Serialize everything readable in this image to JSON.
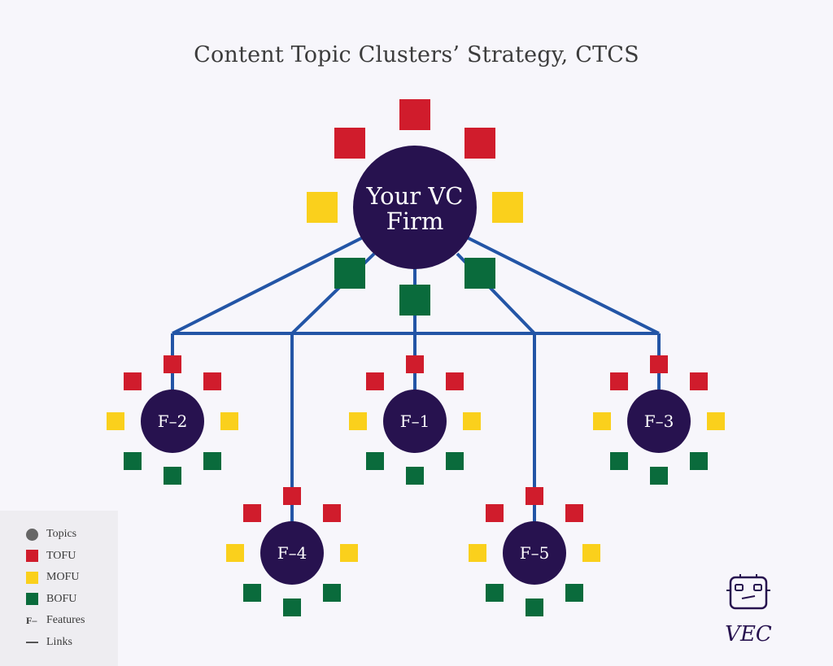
{
  "title": "Content Topic Clusters’ Strategy, CTCS",
  "colors": {
    "background": "#f7f6fb",
    "node": "#27124f",
    "link": "#2355a6",
    "tofu": "#d01c2c",
    "mofu": "#fad01c",
    "bofu": "#0a6b3c",
    "topics": "#666666"
  },
  "hub": {
    "label_line1": "Your VC",
    "label_line2": "Firm"
  },
  "features": [
    {
      "id": "f1",
      "label": "F–1"
    },
    {
      "id": "f2",
      "label": "F–2"
    },
    {
      "id": "f3",
      "label": "F–3"
    },
    {
      "id": "f4",
      "label": "F–4"
    },
    {
      "id": "f5",
      "label": "F–5"
    }
  ],
  "legend": [
    {
      "kind": "circle",
      "color": "#666666",
      "label": "Topics"
    },
    {
      "kind": "square",
      "color": "#d01c2c",
      "label": "TOFU"
    },
    {
      "kind": "square",
      "color": "#fad01c",
      "label": "MOFU"
    },
    {
      "kind": "square",
      "color": "#0a6b3c",
      "label": "BOFU"
    },
    {
      "kind": "glyph",
      "glyph": "F–",
      "label": "Features"
    },
    {
      "kind": "line",
      "color": "#555555",
      "label": "Links"
    }
  ],
  "logo": {
    "text": "VEC"
  }
}
